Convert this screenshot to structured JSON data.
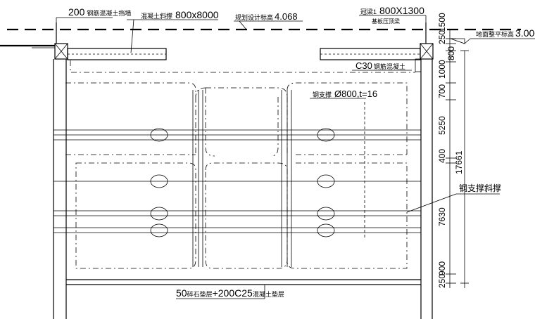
{
  "labels": {
    "retaining_wall": "200",
    "retaining_wall_cn": "钢筋混凝土挡墙",
    "concrete_strut_cn": "混凝土斜撑",
    "concrete_strut": "800x8000",
    "design_elev_cn": "规划设计标高",
    "design_elev": "4.068",
    "crown_beam": "冠梁1",
    "crown_beam_size": "800X1300",
    "crown_beam_sub": "基板压顶梁",
    "ground_elev_cn": "地面整平标高",
    "ground_elev": "3.000",
    "c30": "C30",
    "c30_cn": "钢筋混凝土",
    "steel_strut_cn": "钢支撑",
    "steel_strut": "Ø800,t=16",
    "steel_strut_diag": "钢支撑斜撑",
    "bottom_layer": "50",
    "bottom_layer_cn": "碎石垫层",
    "bottom_layer_2": "+200C25",
    "bottom_layer_2_cn": "混凝土垫层"
  },
  "dimensions": {
    "d1": "250",
    "d2": "1500",
    "d3": "800",
    "d4": "1000",
    "d5": "700",
    "d6": "5250",
    "d7": "400",
    "d8": "7630",
    "d9": "900",
    "d10": "250",
    "total": "17661"
  }
}
